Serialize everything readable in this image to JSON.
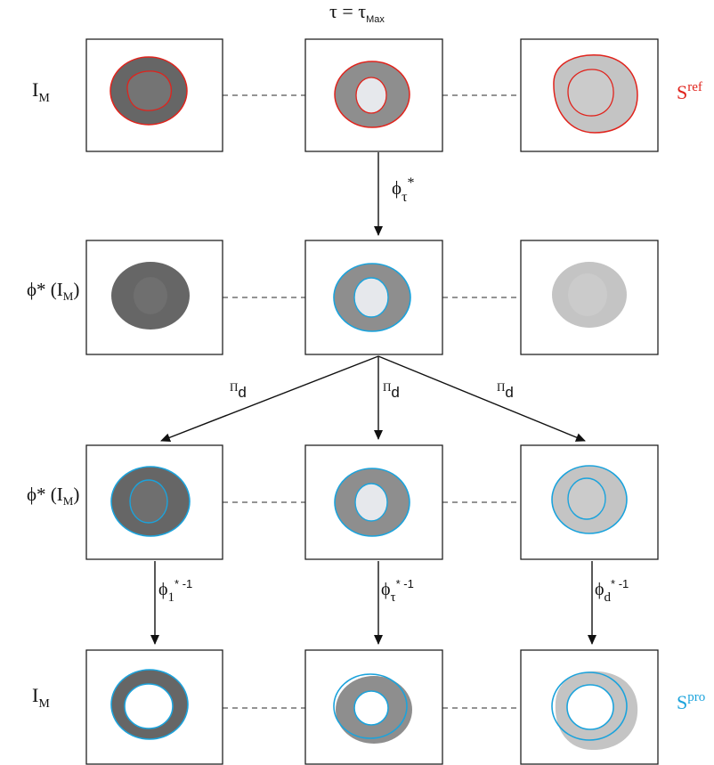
{
  "title": {
    "main": "τ = τ",
    "sub": "Max"
  },
  "row_labels": [
    {
      "base": "I",
      "sub": "M",
      "suffix": ""
    },
    {
      "base": "ϕ* (I",
      "sub": "M",
      "suffix": ")"
    },
    {
      "base": "ϕ* (I",
      "sub": "M",
      "suffix": ")"
    },
    {
      "base": "I",
      "sub": "M",
      "suffix": ""
    }
  ],
  "side_labels": {
    "ref": {
      "base": "S",
      "sup": "ref",
      "color": "#e0231c"
    },
    "pro": {
      "base": "S",
      "sup": "pro",
      "color": "#1ba3dc"
    }
  },
  "arrow_labels": {
    "phi_tau_star": {
      "base": "ϕ",
      "sub": "τ",
      "sup": "*"
    },
    "pi_d": [
      {
        "base": "Π",
        "sub": "d"
      },
      {
        "base": "Π",
        "sub": "d"
      },
      {
        "base": "Π",
        "sub": "d"
      }
    ],
    "inverse": [
      {
        "base": "ϕ",
        "sub": "1",
        "sup": "* -1"
      },
      {
        "base": "ϕ",
        "sub": "τ",
        "sup": "* -1"
      },
      {
        "base": "ϕ",
        "sub": "d",
        "sup": "* -1"
      }
    ]
  },
  "colors": {
    "red_contour": "#e0231c",
    "blue_contour": "#1ba3dc",
    "dark_gray": "#666666",
    "mid_gray": "#8e8e8e",
    "light_gray": "#c4c4c4",
    "inner_light": "#e6e8ec",
    "frame": "#222222"
  }
}
